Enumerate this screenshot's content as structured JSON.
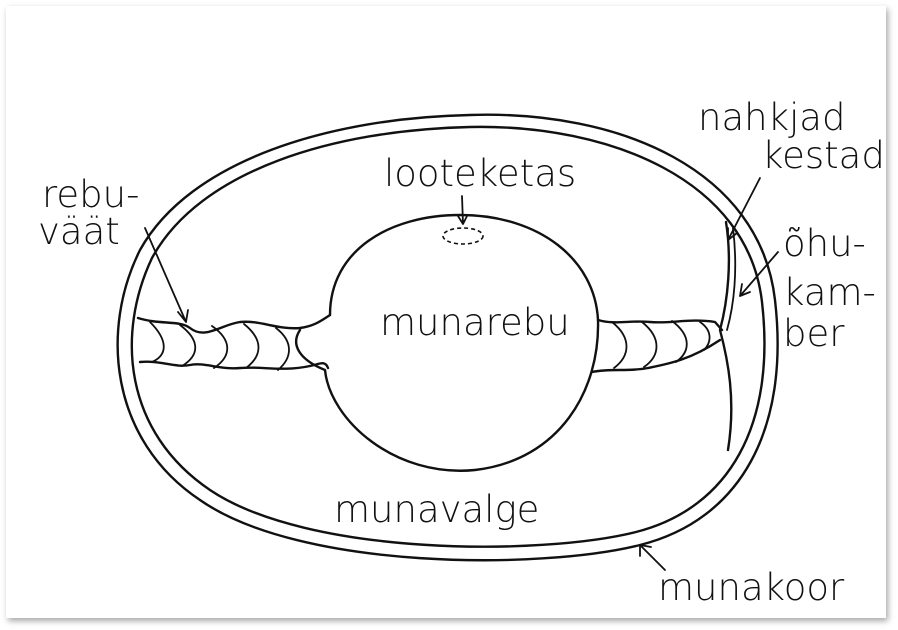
{
  "diagram": {
    "labels": {
      "rebu_1": "rebu-",
      "rebu_2": "väät",
      "looteketas": "looteketas",
      "nahkjad": "nahkjad",
      "kestad": "kestad",
      "ohu": "õhu-",
      "kam": "kam-",
      "ber": "ber",
      "munarebu": "munarebu",
      "munavalge": "munavalge",
      "munakoor": "munakoor"
    },
    "colors": {
      "ink": "#111111",
      "paper": "#ffffff"
    }
  }
}
